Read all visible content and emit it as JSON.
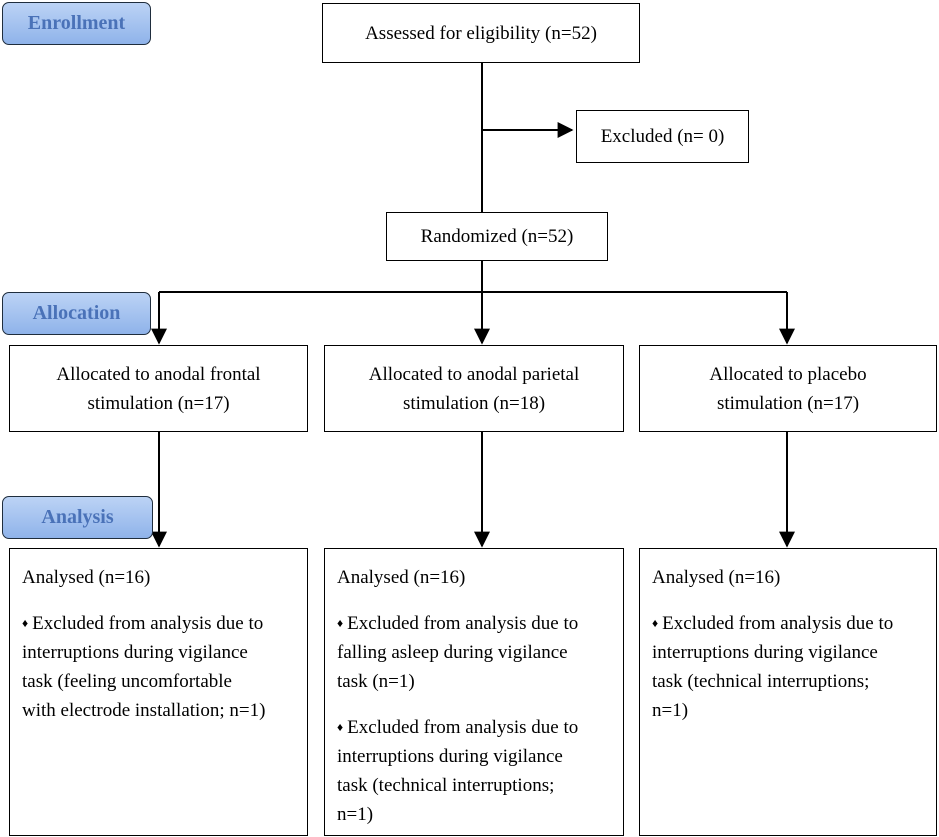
{
  "stages": {
    "enrollment": "Enrollment",
    "allocation": "Allocation",
    "analysis": "Analysis"
  },
  "assessed": "Assessed for eligibility (n=52)",
  "excluded": "Excluded (n= 0)",
  "randomized": "Randomized (n=52)",
  "allocated": [
    {
      "line1": "Allocated to anodal frontal",
      "line2": "stimulation (n=17)"
    },
    {
      "line1": "Allocated to anodal parietal",
      "line2": "stimulation (n=18)"
    },
    {
      "line1": "Allocated to placebo",
      "line2": "stimulation (n=17)"
    }
  ],
  "analysed": [
    {
      "header": "Analysed (n=16)",
      "bullet_glyph": "♦",
      "exclusions": [
        [
          "Excluded from analysis due to",
          "interruptions during vigilance",
          "task (feeling uncomfortable",
          "with electrode installation; n=1)"
        ]
      ]
    },
    {
      "header": "Analysed (n=16)",
      "bullet_glyph": "♦",
      "exclusions": [
        [
          "Excluded from analysis due to",
          "falling asleep during vigilance",
          "task (n=1)"
        ],
        [
          "Excluded from analysis due to",
          "interruptions during vigilance",
          "task (technical interruptions;",
          "n=1)"
        ]
      ]
    },
    {
      "header": "Analysed (n=16)",
      "bullet_glyph": "♦",
      "exclusions": [
        [
          "Excluded from analysis due to",
          "interruptions during vigilance",
          "task (technical interruptions;",
          "n=1)"
        ]
      ]
    }
  ]
}
